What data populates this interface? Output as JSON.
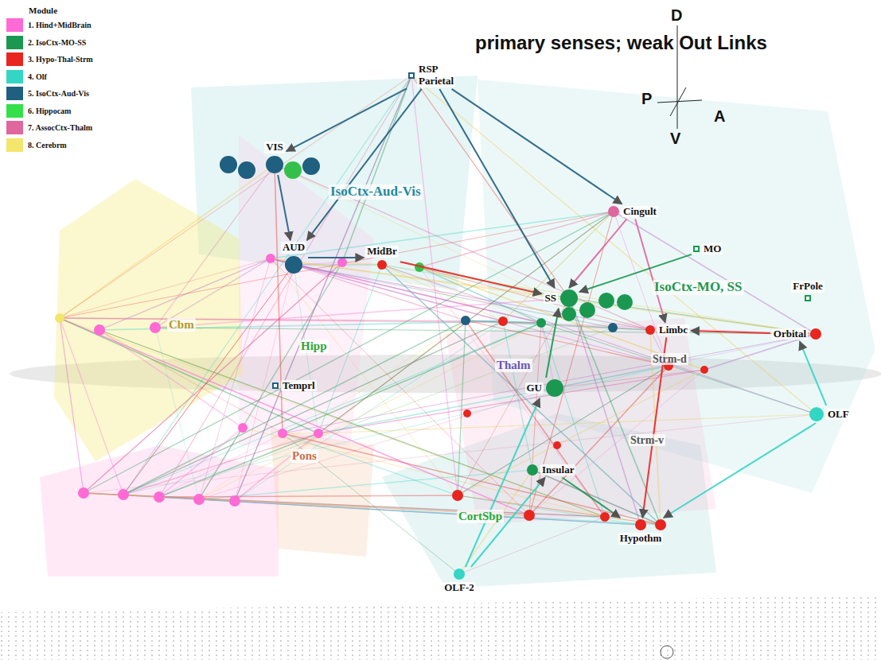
{
  "diagram": {
    "title": "primary senses; weak Out Links",
    "nodes": [
      {
        "text": [
          "RSP",
          "Parietal"
        ]
      },
      {
        "text": [
          "VIS"
        ]
      },
      {
        "text": [
          "AUD"
        ]
      },
      {
        "text": [
          "MidBr"
        ]
      },
      {
        "text": [
          "Cingult"
        ]
      },
      {
        "text": [
          "MO"
        ]
      },
      {
        "text": [
          "FrPole"
        ]
      },
      {
        "text": [
          "SS"
        ]
      },
      {
        "text": [
          "Limbc"
        ]
      },
      {
        "text": [
          "Orbital"
        ]
      },
      {
        "text": [
          "GU"
        ]
      },
      {
        "text": [
          "Insular"
        ]
      },
      {
        "text": [
          "Temprl"
        ]
      },
      {
        "text": [
          "OLF"
        ]
      },
      {
        "text": [
          "OLF-2"
        ]
      },
      {
        "text": [
          "Hypothm"
        ]
      }
    ],
    "edges": [
      {
        "from": 0,
        "to": 1,
        "arrow": "to"
      },
      {
        "from": 0,
        "to": 2,
        "arrow": "to"
      },
      {
        "from": 0,
        "to": 7,
        "arrow": "to"
      },
      {
        "from": 0,
        "to": 4,
        "arrow": "to"
      },
      {
        "from": 4,
        "to": 7,
        "arrow": "to"
      },
      {
        "from": 4,
        "to": 8,
        "arrow": "to"
      },
      {
        "from": 1,
        "to": 2,
        "arrow": "to"
      },
      {
        "from": 2,
        "to": 3,
        "arrow": "to"
      },
      {
        "from": 3,
        "to": 7,
        "arrow": "to"
      },
      {
        "from": 5,
        "to": 7,
        "arrow": "to"
      },
      {
        "from": 9,
        "to": 8,
        "arrow": "to"
      },
      {
        "from": 13,
        "to": 9,
        "arrow": "to"
      },
      {
        "from": 13,
        "to": 15,
        "arrow": "to"
      },
      {
        "from": 14,
        "to": 11,
        "arrow": "to"
      },
      {
        "from": 14,
        "to": 10,
        "arrow": "to"
      },
      {
        "from": 10,
        "to": 7,
        "arrow": "to"
      },
      {
        "from": 11,
        "to": 15,
        "arrow": "to"
      },
      {
        "from": 8,
        "to": 15,
        "arrow": "to"
      }
    ],
    "labels": [
      "Module",
      "D",
      "P",
      "A",
      "V",
      "IsoCtx-Aud-Vis",
      "IsoCtx-MO, SS",
      "Cbm",
      "Hipp",
      "Thalm",
      "Pons",
      "CortSbp",
      "Strm-d",
      "Strm-v"
    ],
    "legend": [
      {
        "text": "1. Hind+MidBrain",
        "color": "#ff6ad5"
      },
      {
        "text": "2. IsoCtx-MO-SS",
        "color": "#1a9850"
      },
      {
        "text": "3. Hypo-Thal-Strm",
        "color": "#e8251f"
      },
      {
        "text": "4. Olf",
        "color": "#33d6c4"
      },
      {
        "text": "5. IsoCtx-Aud-Vis",
        "color": "#1f5f7f"
      },
      {
        "text": "6. Hippocam",
        "color": "#33e04a"
      },
      {
        "text": "7. AssocCtx-Thalm",
        "color": "#e0669e"
      },
      {
        "text": "8. Cerebrm",
        "color": "#f2e66b"
      }
    ]
  }
}
